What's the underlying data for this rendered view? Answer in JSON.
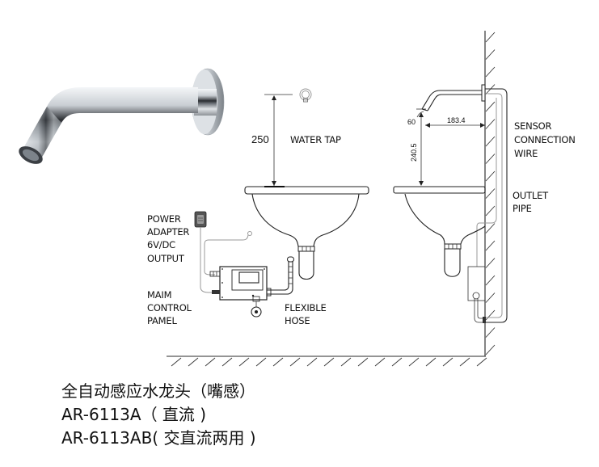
{
  "diagram": {
    "front_view": {
      "tap_label": "WATER TAP",
      "height_dim": "250",
      "power_adapter_label": [
        "POWER",
        "ADAPTER",
        "6V/DC",
        "OUTPUT"
      ],
      "control_panel_label": [
        "MAIM",
        "CONTROL",
        "PAMEL"
      ],
      "hose_label": [
        "FLEXIBLE",
        "HOSE"
      ]
    },
    "side_view": {
      "angle_dim": "60",
      "reach_dim": "183.4",
      "height_dim": "240.5",
      "sensor_wire_label": [
        "SENSOR",
        "CONNECTION",
        "WIRE"
      ],
      "outlet_pipe_label": [
        "OUTLET",
        "PIPE"
      ]
    },
    "icons": {
      "product_photo": "chrome-wall-spout",
      "tap_symbol": "ring-icon",
      "adapter": "power-adapter-icon",
      "control_box": "control-box-icon"
    }
  },
  "caption": {
    "line1": "全自动感应水龙头（嘴感）",
    "line2": "AR-6113A（ 直流 )",
    "line3": "AR-6113AB( 交直流两用 )"
  }
}
